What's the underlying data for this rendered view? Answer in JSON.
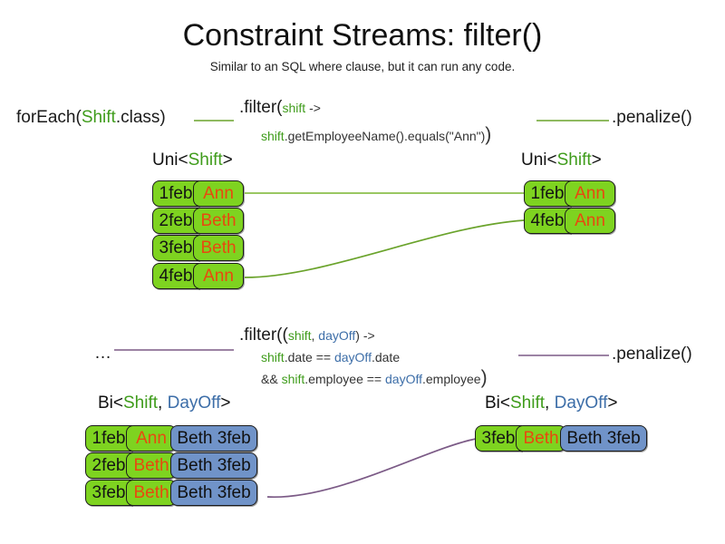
{
  "title": "Constraint Streams: filter()",
  "subtitle": "Similar to an SQL where clause, but it can run any code.",
  "colors": {
    "shift_green": "#3f9c1b",
    "dayoff_blue": "#3d6ea8",
    "tuple_green": "#7ed320",
    "tuple_blue": "#7093c8",
    "name_orange": "#e8490f",
    "connector_green": "#6aa32b",
    "connector_purple": "#7b5a86"
  },
  "uni_section": {
    "source_call": {
      "prefix": "forEach(",
      "type": "Shift",
      "suffix": ".class)"
    },
    "filter": {
      "line1_prefix": ".filter(",
      "line1_param": "shift",
      "line1_suffix": " ->",
      "line2_param": "shift",
      "line2_body": ".getEmployeeName().equals(\"Ann\")",
      "line2_close": ")"
    },
    "penalize": ".penalize()",
    "left_stream": {
      "label_prefix": "Uni<",
      "label_type": "Shift",
      "label_suffix": ">",
      "rows": [
        {
          "date": "1feb",
          "name": "Ann"
        },
        {
          "date": "2feb",
          "name": "Beth"
        },
        {
          "date": "3feb",
          "name": "Beth"
        },
        {
          "date": "4feb",
          "name": "Ann"
        }
      ]
    },
    "right_stream": {
      "label_prefix": "Uni<",
      "label_type": "Shift",
      "label_suffix": ">",
      "rows": [
        {
          "date": "1feb",
          "name": "Ann"
        },
        {
          "date": "4feb",
          "name": "Ann"
        }
      ]
    }
  },
  "bi_section": {
    "source_call": "…",
    "filter": {
      "line1_prefix": ".filter((",
      "line1_param1": "shift",
      "line1_comma": ", ",
      "line1_param2": "dayOff",
      "line1_suffix": ") ->",
      "line2_param1": "shift",
      "line2_mid": ".date == ",
      "line2_param2": "dayOff",
      "line2_end": ".date",
      "line3_pre": "&& ",
      "line3_param1": "shift",
      "line3_mid": ".employee == ",
      "line3_param2": "dayOff",
      "line3_end": ".employee",
      "line3_close": ")"
    },
    "penalize": ".penalize()",
    "left_stream": {
      "label_prefix": "Bi<",
      "label_type1": "Shift",
      "label_comma": ", ",
      "label_type2": "DayOff",
      "label_suffix": ">",
      "rows": [
        {
          "date": "1feb",
          "name": "Ann",
          "pair": "Beth 3feb"
        },
        {
          "date": "2feb",
          "name": "Beth",
          "pair": "Beth 3feb"
        },
        {
          "date": "3feb",
          "name": "Beth",
          "pair": "Beth 3feb"
        }
      ]
    },
    "right_stream": {
      "label_prefix": "Bi<",
      "label_type1": "Shift",
      "label_comma": ", ",
      "label_type2": "DayOff",
      "label_suffix": ">",
      "rows": [
        {
          "date": "3feb",
          "name": "Beth",
          "pair": "Beth 3feb"
        }
      ]
    }
  }
}
